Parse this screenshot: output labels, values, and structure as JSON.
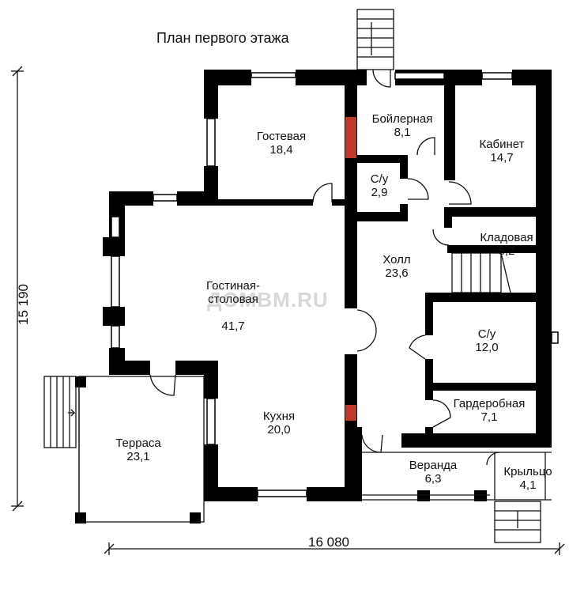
{
  "title": "План первого этажа",
  "watermark": "ДОМВМ.RU",
  "dimensions": {
    "height": "15 190",
    "width": "16 080"
  },
  "rooms": [
    {
      "id": "gostevaya",
      "name": "Гостевая",
      "area": "18,4"
    },
    {
      "id": "boylernaya",
      "name": "Бойлерная",
      "area": "8,1"
    },
    {
      "id": "kabinet",
      "name": "Кабинет",
      "area": "14,7"
    },
    {
      "id": "su-small",
      "name": "С/у",
      "area": "2,9"
    },
    {
      "id": "kladovaya",
      "name": "Кладовая",
      "area": "5,2"
    },
    {
      "id": "gostinaya",
      "name": "Гостиная-\nстоловая",
      "area": "41,7"
    },
    {
      "id": "holl",
      "name": "Холл",
      "area": "23,6"
    },
    {
      "id": "su-large",
      "name": "С/у",
      "area": "12,0"
    },
    {
      "id": "garderobnaya",
      "name": "Гардеробная",
      "area": "7,1"
    },
    {
      "id": "kuhnya",
      "name": "Кухня",
      "area": "20,0"
    },
    {
      "id": "terrasa",
      "name": "Терраса",
      "area": "23,1"
    },
    {
      "id": "veranda",
      "name": "Веранда",
      "area": "6,3"
    },
    {
      "id": "krylco",
      "name": "Крыльцо",
      "area": "4,1"
    }
  ],
  "colors": {
    "wall": "#000000",
    "chimney": "#c0392b",
    "line": "#111111"
  }
}
